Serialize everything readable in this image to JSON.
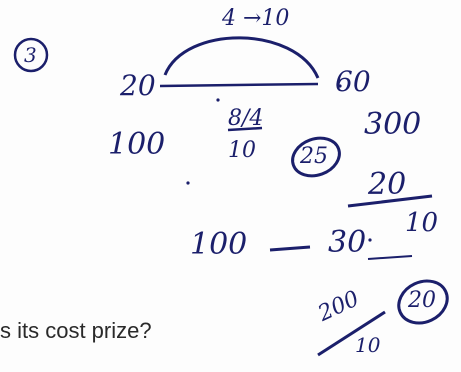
{
  "handwriting": {
    "question_number": "3",
    "top_ratio": "4 →10",
    "left_value": "20",
    "right_value": "60",
    "left_low": "100",
    "middle_fraction_num": "8/4",
    "middle_fraction_den": "10",
    "circled_answer": "25",
    "right_low": "300",
    "stacked_num": "20",
    "stacked_den": "10",
    "bottom_left": "100",
    "bottom_mid": "30",
    "bottom_frac_num": "200",
    "bottom_frac_den": "10",
    "bottom_circled": "20"
  },
  "printed": {
    "question_fragment": "s its cost prize?"
  },
  "colors": {
    "ink": "#1b1f6b",
    "printed_text": "#2a2a2a",
    "paper": "#fdfdfd"
  }
}
